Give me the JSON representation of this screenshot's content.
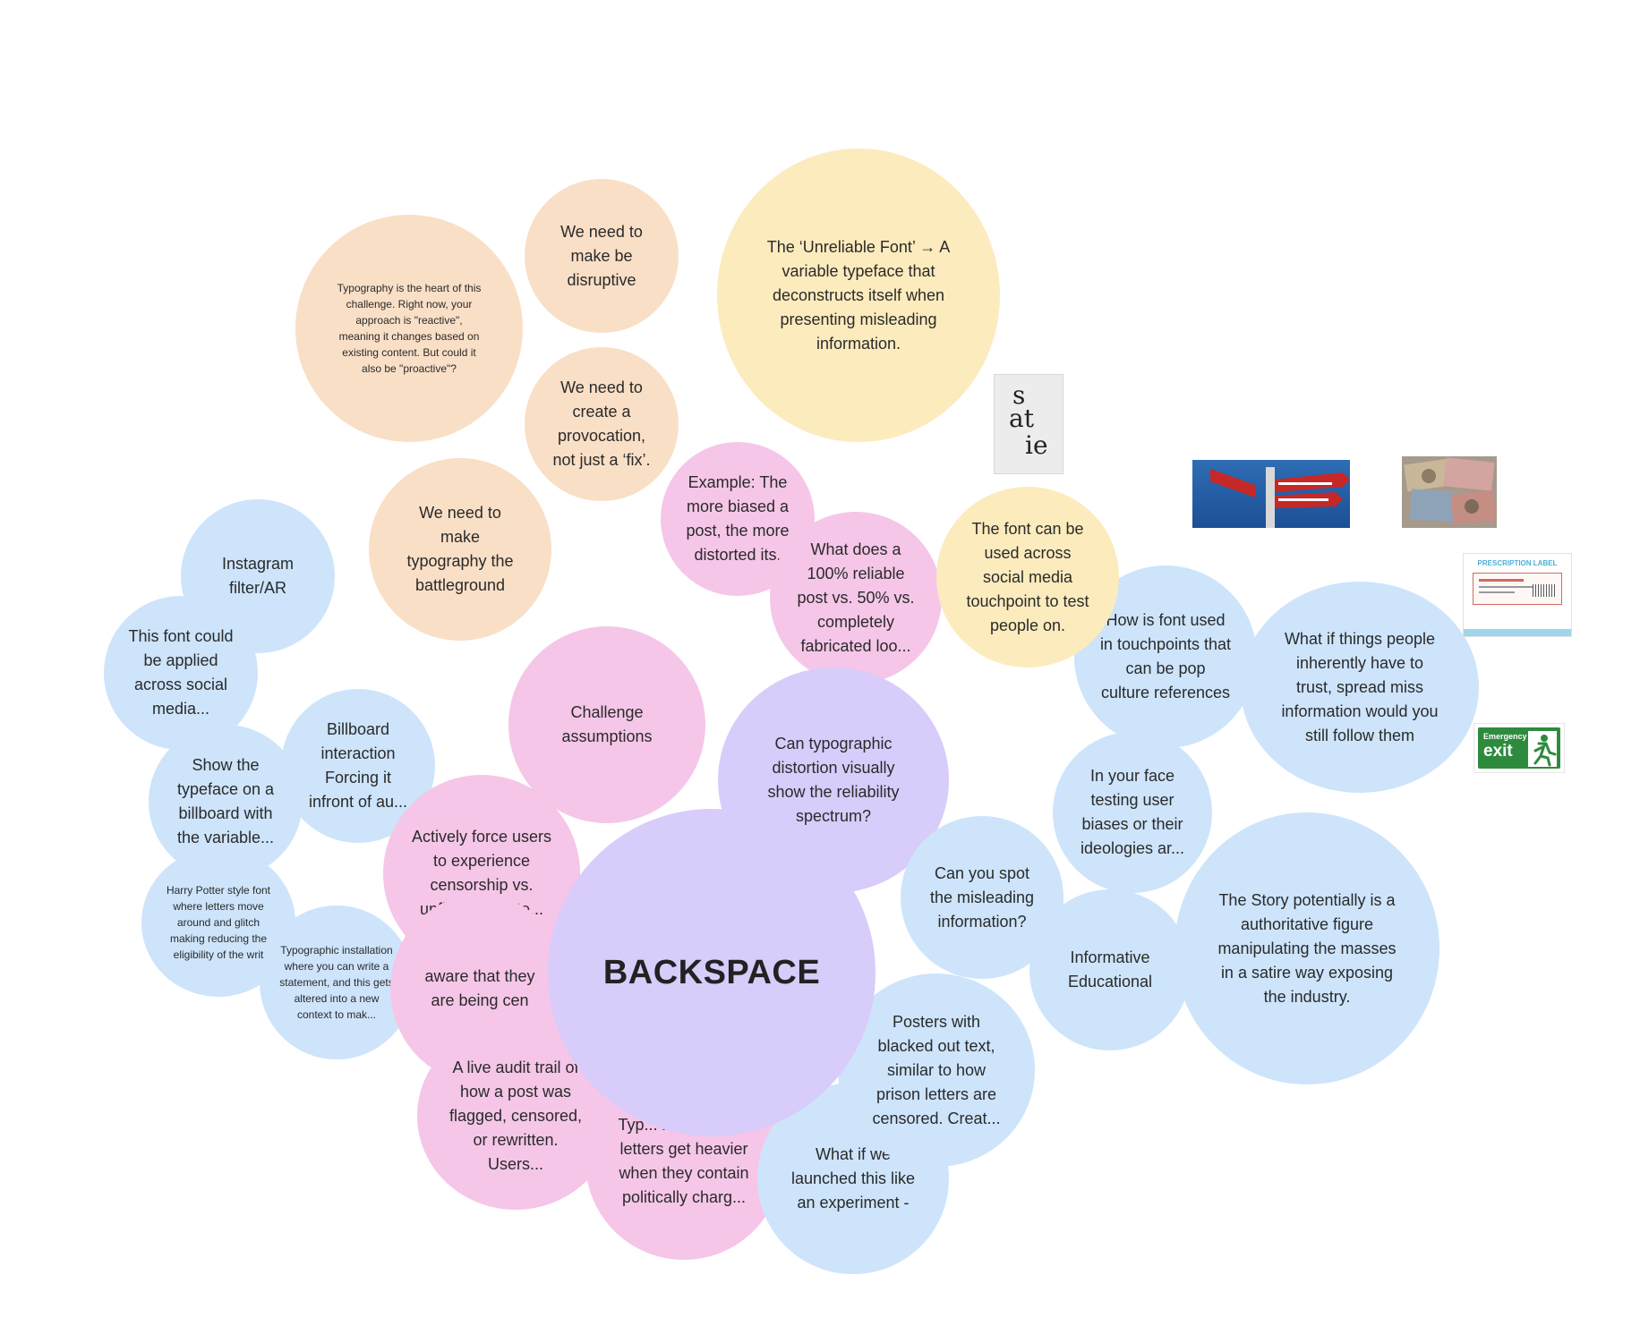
{
  "central": {
    "title": "BACKSPACE"
  },
  "bubbles": {
    "typography_heart": "Typography is the heart of this challenge. Right now, your approach is \"reactive\", meaning it changes based on existing content. But could it also be \"proactive\"?",
    "disruptive": "We need to make be disruptive",
    "provocation": "We need to create a provocation, not just a ‘fix’.",
    "battleground": "We need to make typography the battleground",
    "unreliable_font": "The ‘Unreliable Font’ → A variable typeface that deconstructs itself when presenting misleading information.",
    "example_biased": "Example: The more biased a post, the more distorted its.",
    "reliable_post": "What does a 100% reliable post vs. 50% vs. completely fabricated loo...",
    "font_touchpoint": "The font can be used across social media touchpoint to test people on.",
    "instagram": "Instagram filter/AR",
    "font_social": "This font could be applied across social media...",
    "billboard_interaction": "Billboard interaction Forcing it infront of au...",
    "typeface_billboard": "Show the typeface on a billboard with the variable...",
    "harry_potter": "Harry Potter style font where letters move around and glitch making reducing the eligibility of the writ",
    "installation": "Typographic installation where you can write a statement, and this gets altered into a new context to mak...",
    "challenge": "Challenge assumptions",
    "actively_force": "Actively force users to experience censorship vs. unfiltered conte...",
    "aware": "aware that they are being cen",
    "audit_trail": "A live audit trail of how a post was flagged, censored, or rewritten. Users...",
    "reveal_bias": "Typ... reveal bias - letters get heavier when they contain politically charg...",
    "typographic_distortion": "Can typographic distortion visually show the reliability spectrum?",
    "spot_misleading": "Can you spot the misleading information?",
    "posters": "Posters with blacked out text, similar to how prison letters are censored. Creat...",
    "experiment": "What if we launched this like an experiment -",
    "pop_culture": "How is font used in touchpoints that can be pop culture references",
    "trust": "What if things people inherently have to trust, spread miss information would you still follow them",
    "in_your_face": "In your face testing user biases or their ideologies ar...",
    "informative": "Informative Educational",
    "story": "The Story potentially is a authoritative figure manipulating the masses in a satire way exposing the industry."
  },
  "images": {
    "satire_letters": [
      "s",
      "at",
      "ie"
    ],
    "prescription_label": "PRESCRIPTION LABEL",
    "emergency_small": "Emergency",
    "emergency_big": "exit"
  },
  "colors": {
    "orange": "#f9dfc6",
    "yellow": "#fcebbd",
    "pink": "#f5c6e8",
    "blue": "#cde4fb",
    "purple": "#d8ccfb",
    "exit_green": "#2e8b3e"
  }
}
